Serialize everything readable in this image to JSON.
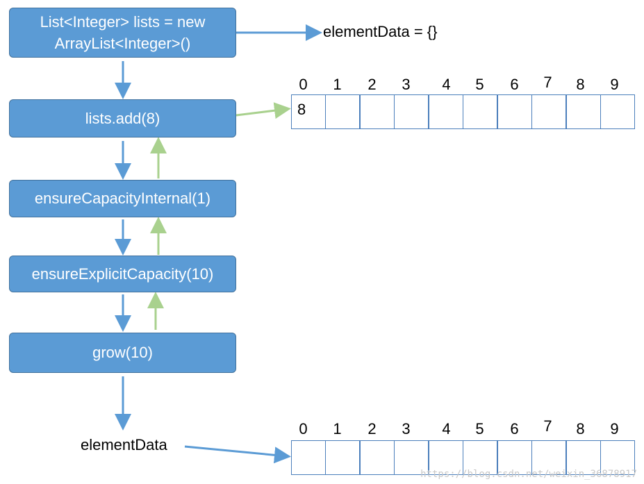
{
  "flow": {
    "box_new_line1": "List<Integer> lists = new",
    "box_new_line2": "ArrayList<Integer>()",
    "box_add": "lists.add(8)",
    "box_ensure_internal": "ensureCapacityInternal(1)",
    "box_ensure_explicit": "ensureExplicitCapacity(10)",
    "box_grow": "grow(10)"
  },
  "labels": {
    "initial_data": "elementData = {}",
    "final_data": "elementData"
  },
  "array_top": {
    "indices": [
      "0",
      "1",
      "2",
      "3",
      "4",
      "5",
      "6",
      "7",
      "8",
      "9"
    ],
    "first_value": "8"
  },
  "array_bottom": {
    "indices": [
      "0",
      "1",
      "2",
      "3",
      "4",
      "5",
      "6",
      "7",
      "8",
      "9"
    ]
  },
  "watermark": "https://blog.csdn.net/weixin_36878917",
  "colors": {
    "box_fill": "#5b9bd5",
    "box_border": "#41719c",
    "call_arrow": "#5b9bd5",
    "return_arrow": "#a9d18e",
    "cell_border": "#4a7ebb"
  }
}
